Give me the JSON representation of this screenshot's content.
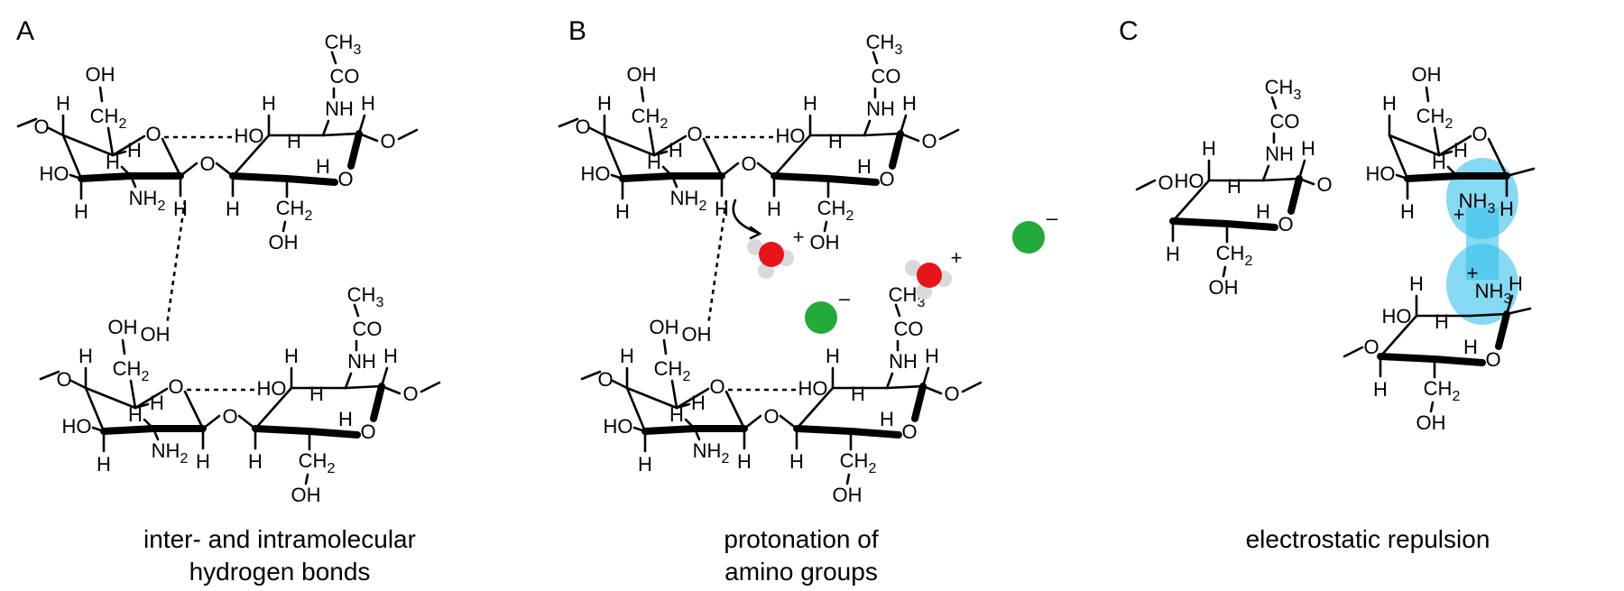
{
  "panels": [
    {
      "letter": "A",
      "caption_line1": "inter- and intramolecular",
      "caption_line2": "hydrogen bonds"
    },
    {
      "letter": "B",
      "caption_line1": "protonation of",
      "caption_line2": "amino groups"
    },
    {
      "letter": "C",
      "caption_line1": "electrostatic repulsion",
      "caption_line2": ""
    }
  ],
  "atoms": {
    "oh": "OH",
    "ho": "HO",
    "ch2": "CH",
    "ch2_sub": "2",
    "ch3": "CH",
    "ch3_sub": "3",
    "co": "CO",
    "nh": "NH",
    "nh2": "NH",
    "nh2_sub": "2",
    "nh3": "NH",
    "nh3_sub": "3",
    "h": "H",
    "o": "O",
    "plus": "+",
    "minus": "–"
  },
  "colors": {
    "water_oxygen": "#e8141b",
    "water_hydrogen": "#d9d9d9",
    "chloride": "#22aa3a",
    "repulsion_glow": "#35c0ea"
  }
}
